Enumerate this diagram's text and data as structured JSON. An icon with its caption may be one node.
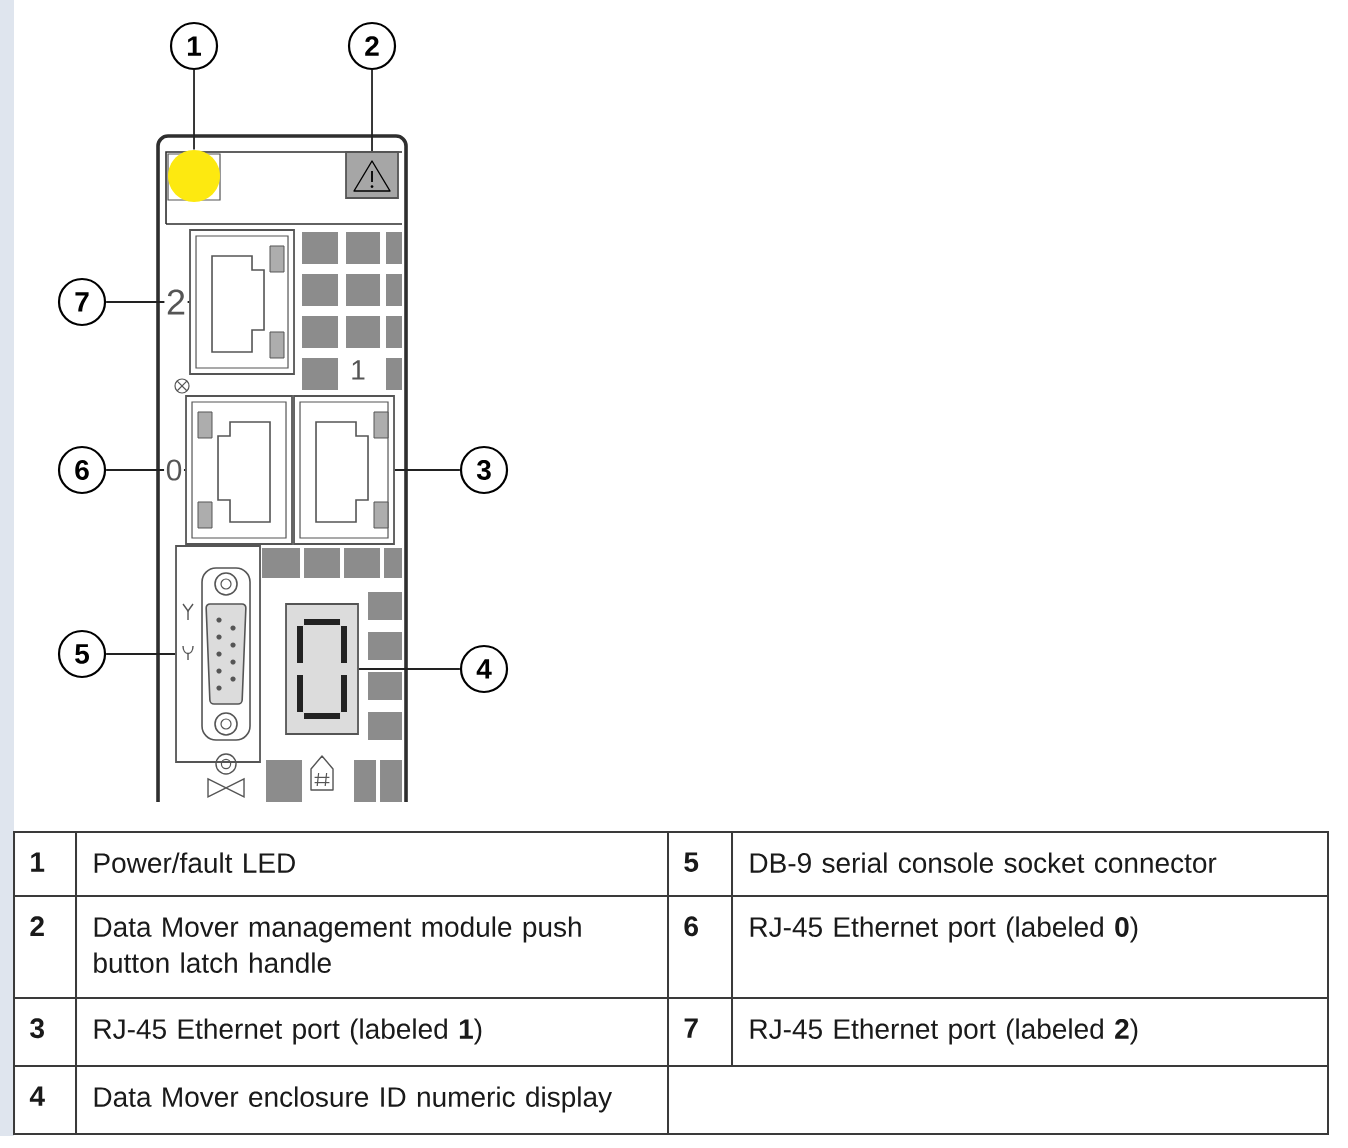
{
  "diagram": {
    "nodes": [
      {
        "text": [
          "1"
        ]
      },
      {
        "text": [
          "2"
        ]
      },
      {
        "text": [],
        "shape": "circle"
      },
      {
        "text": [],
        "shape": "box"
      },
      {
        "text": [
          "7"
        ]
      },
      {
        "text": [],
        "shape": "box",
        "beside": [
          "2"
        ]
      },
      {
        "text": [
          "6"
        ]
      },
      {
        "text": [],
        "shape": "box",
        "beside": [
          "0"
        ]
      },
      {
        "text": [],
        "shape": "box",
        "beside": [
          "1"
        ]
      },
      {
        "text": [
          "3"
        ]
      },
      {
        "text": [
          "5"
        ]
      },
      {
        "text": [],
        "shape": "box"
      },
      {
        "text": [],
        "shape": "box"
      },
      {
        "text": [
          "4"
        ]
      }
    ],
    "edges": [
      {
        "from": 0,
        "to": 2,
        "arrow": "none"
      },
      {
        "from": 1,
        "to": 3,
        "arrow": "none"
      },
      {
        "from": 4,
        "to": 5,
        "arrow": "none"
      },
      {
        "from": 6,
        "to": 7,
        "arrow": "none"
      },
      {
        "from": 9,
        "to": 8,
        "arrow": "none"
      },
      {
        "from": 10,
        "to": 11,
        "arrow": "none"
      },
      {
        "from": 13,
        "to": 12,
        "arrow": "none"
      }
    ],
    "labels": [
      "1",
      "Power/fault LED",
      "5",
      "DB-9 serial console socket connector",
      "2",
      "Data Mover management module push button latch handle",
      "6",
      "RJ-45 Ethernet port (labeled **0**)",
      "3",
      "RJ-45 Ethernet port (labeled **1**)",
      "7",
      "RJ-45 Ethernet port (labeled **2**)",
      "4",
      "Data Mover enclosure ID numeric display"
    ]
  }
}
